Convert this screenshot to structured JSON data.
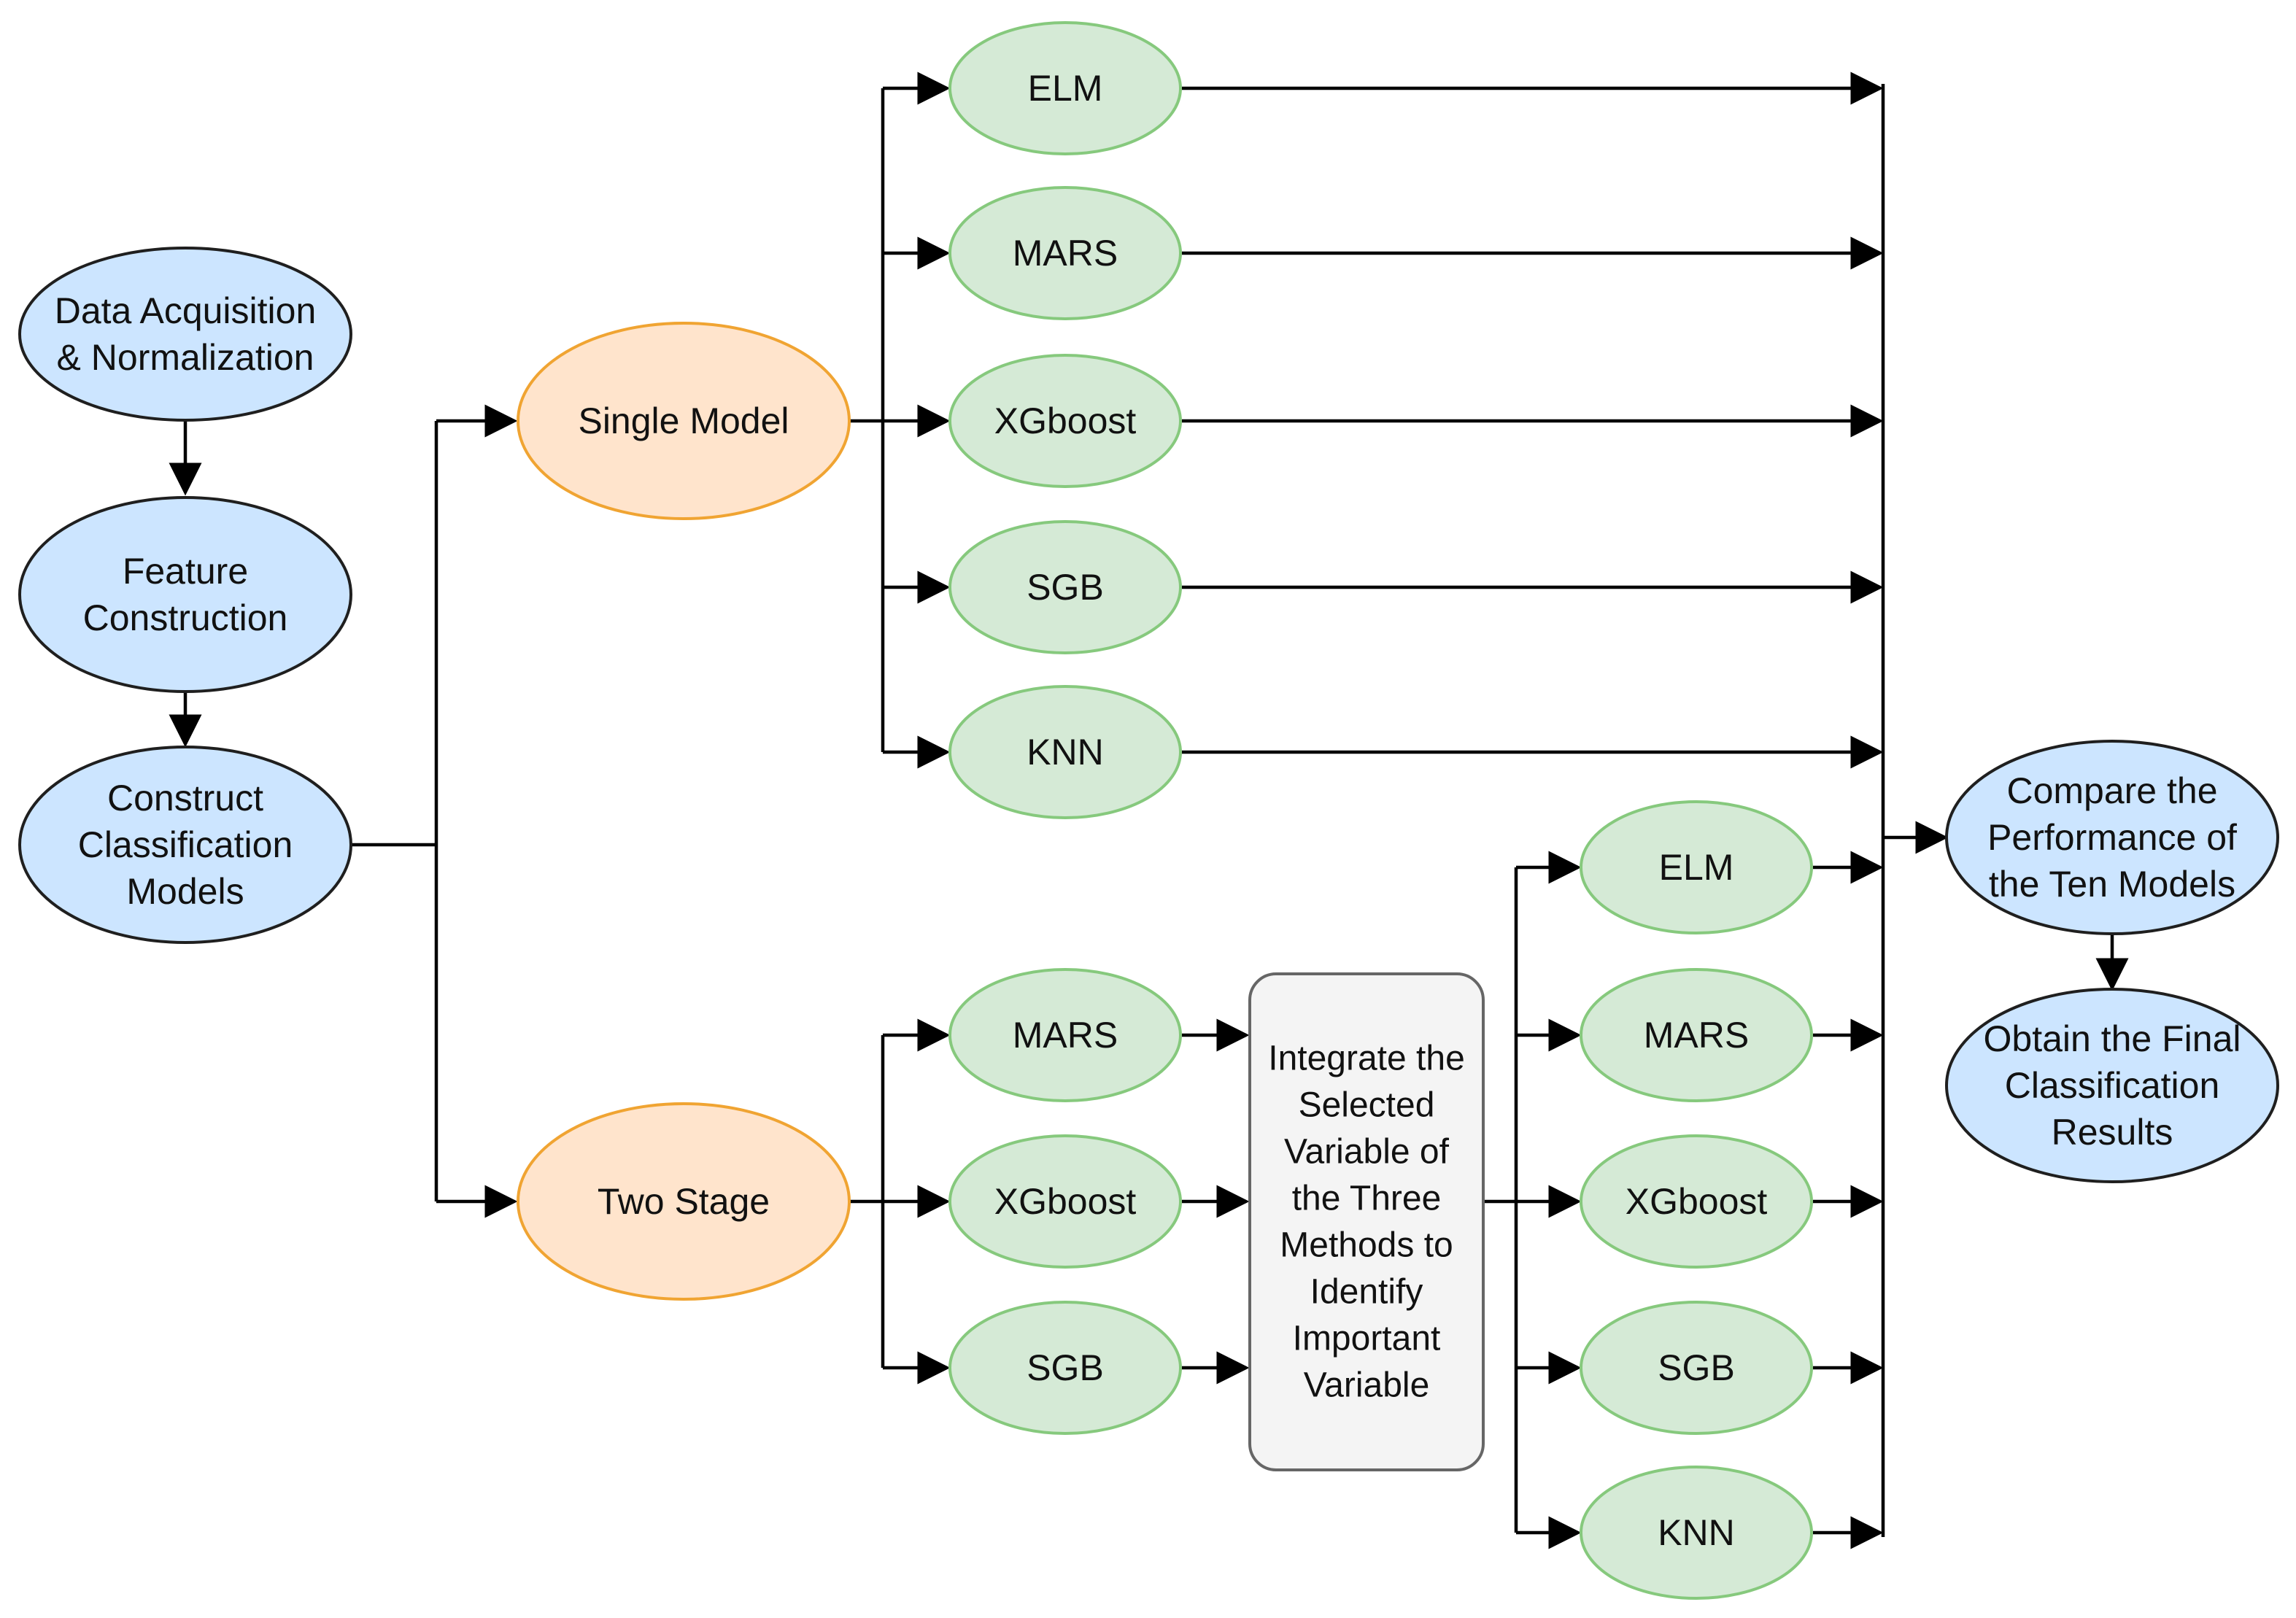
{
  "colors": {
    "blue_fill": "#cce5ff",
    "blue_stroke": "#1f1f1f",
    "orange_fill": "#ffe4cc",
    "orange_stroke": "#f0a432",
    "green_fill": "#d5ead6",
    "green_stroke": "#86c97d",
    "gray_fill": "#f4f4f4",
    "gray_stroke": "#666666",
    "edge": "#000000"
  },
  "pipeline": {
    "acquisition": [
      "Data Acquisition",
      "& Normalization"
    ],
    "features": [
      "Feature",
      "Construction"
    ],
    "classification": [
      "Construct",
      "Classification",
      "Models"
    ]
  },
  "branches": {
    "single": [
      "Single Model"
    ],
    "two_stage": [
      "Two Stage"
    ]
  },
  "single_models": {
    "elm": [
      "ELM"
    ],
    "mars": [
      "MARS"
    ],
    "xgboost": [
      "XGboost"
    ],
    "sgb": [
      "SGB"
    ],
    "knn": [
      "KNN"
    ]
  },
  "selectors": {
    "mars": [
      "MARS"
    ],
    "xgboost": [
      "XGboost"
    ],
    "sgb": [
      "SGB"
    ]
  },
  "integrate": [
    "Integrate the",
    "Selected",
    "Variable of",
    "the Three",
    "Methods to",
    "Identify",
    "Important",
    "Variable"
  ],
  "second_models": {
    "elm": [
      "ELM"
    ],
    "mars": [
      "MARS"
    ],
    "xgboost": [
      "XGboost"
    ],
    "sgb": [
      "SGB"
    ],
    "knn": [
      "KNN"
    ]
  },
  "results": {
    "compare": [
      "Compare the",
      "Performance of",
      "the Ten Models"
    ],
    "final": [
      "Obtain the Final",
      "Classification",
      "Results"
    ]
  }
}
